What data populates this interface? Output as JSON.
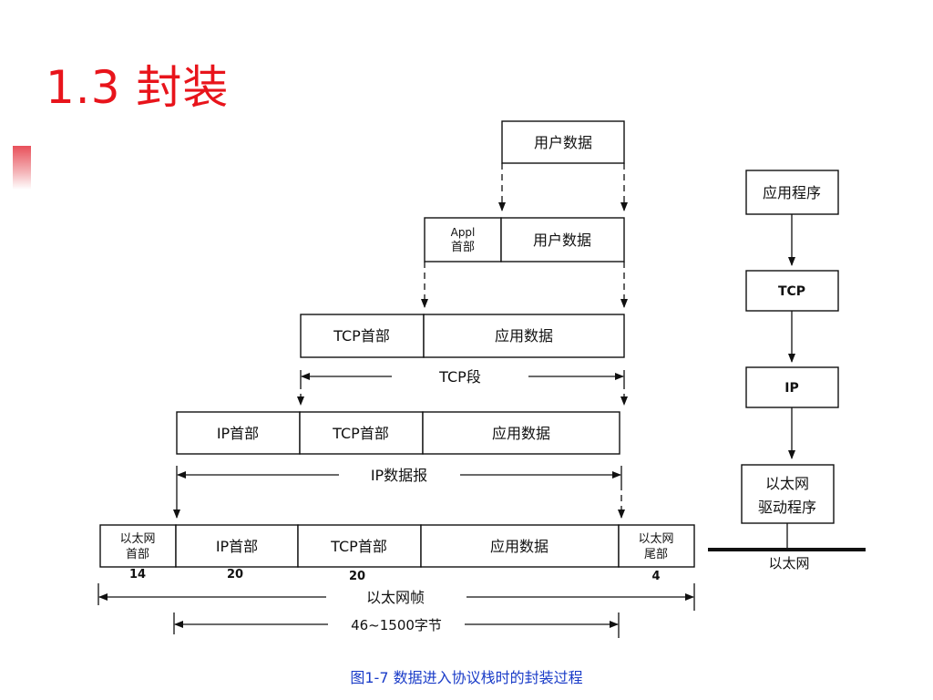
{
  "slide": {
    "title": "1.3 封装",
    "caption": "图1-7   数据进入协议栈时的封装过程"
  },
  "encap": {
    "row1": {
      "user_data": "用户数据"
    },
    "row2": {
      "appl_header_line1": "Appl",
      "appl_header_line2": "首部",
      "user_data": "用户数据"
    },
    "row3": {
      "tcp_header": "TCP首部",
      "app_data": "应用数据"
    },
    "tcp_segment_label": "TCP段",
    "row4": {
      "ip_header": "IP首部",
      "tcp_header": "TCP首部",
      "app_data": "应用数据"
    },
    "ip_datagram_label": "IP数据报",
    "row5": {
      "eth_header_line1": "以太网",
      "eth_header_line2": "首部",
      "ip_header": "IP首部",
      "tcp_header": "TCP首部",
      "app_data": "应用数据",
      "eth_trailer_line1": "以太网",
      "eth_trailer_line2": "尾部"
    },
    "byte_counts": {
      "eth_header": "14",
      "ip_header": "20",
      "tcp_header": "20",
      "eth_trailer": "4"
    },
    "eth_frame_label": "以太网帧",
    "payload_size_label": "46~1500字节"
  },
  "stack": {
    "app": "应用程序",
    "tcp": "TCP",
    "ip": "IP",
    "driver_line1": "以太网",
    "driver_line2": "驱动程序",
    "network": "以太网"
  },
  "colors": {
    "title": "#e8141b",
    "caption": "#1a3cc8",
    "line": "#111111"
  }
}
